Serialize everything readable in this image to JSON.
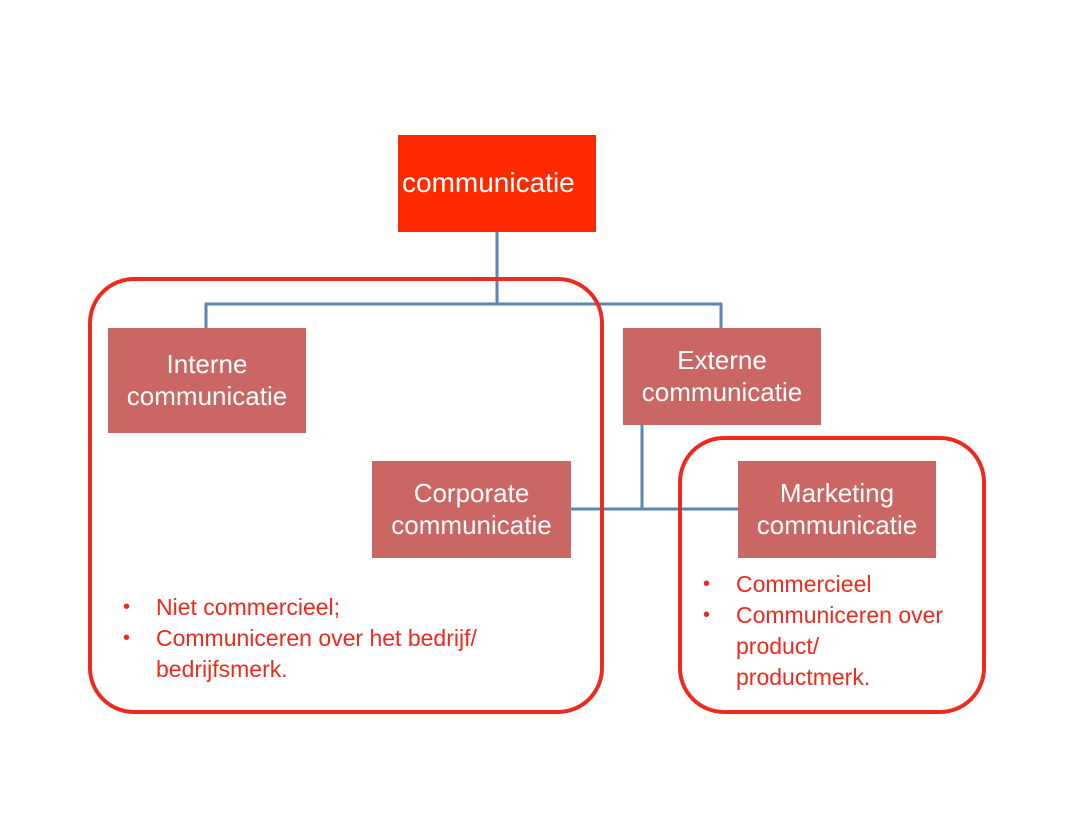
{
  "colors": {
    "root_fill": "#ff2a00",
    "node_fill": "#ca6663",
    "connector": "#5a86b4",
    "frame": "#ec2a1e",
    "bullet_text": "#ec2a1e",
    "node_text": "#ffffff"
  },
  "nodes": {
    "root": {
      "lines": [
        "communicatie"
      ]
    },
    "interne": {
      "lines": [
        "Interne",
        "communicatie"
      ]
    },
    "externe": {
      "lines": [
        "Externe",
        "communicatie"
      ]
    },
    "corporate": {
      "lines": [
        "Corporate",
        "communicatie"
      ]
    },
    "marketing": {
      "lines": [
        "Marketing",
        "communicatie"
      ]
    }
  },
  "bullets": {
    "left": [
      "Niet commercieel;",
      "Communiceren over het bedrijf/",
      "bedrijfsmerk."
    ],
    "right": [
      "Commercieel",
      "Communiceren over",
      "product/",
      "productmerk."
    ]
  },
  "edges": [
    {
      "from": "root",
      "to": "interne"
    },
    {
      "from": "root",
      "to": "externe"
    },
    {
      "from": "externe",
      "to": "corporate"
    },
    {
      "from": "externe",
      "to": "marketing"
    }
  ]
}
